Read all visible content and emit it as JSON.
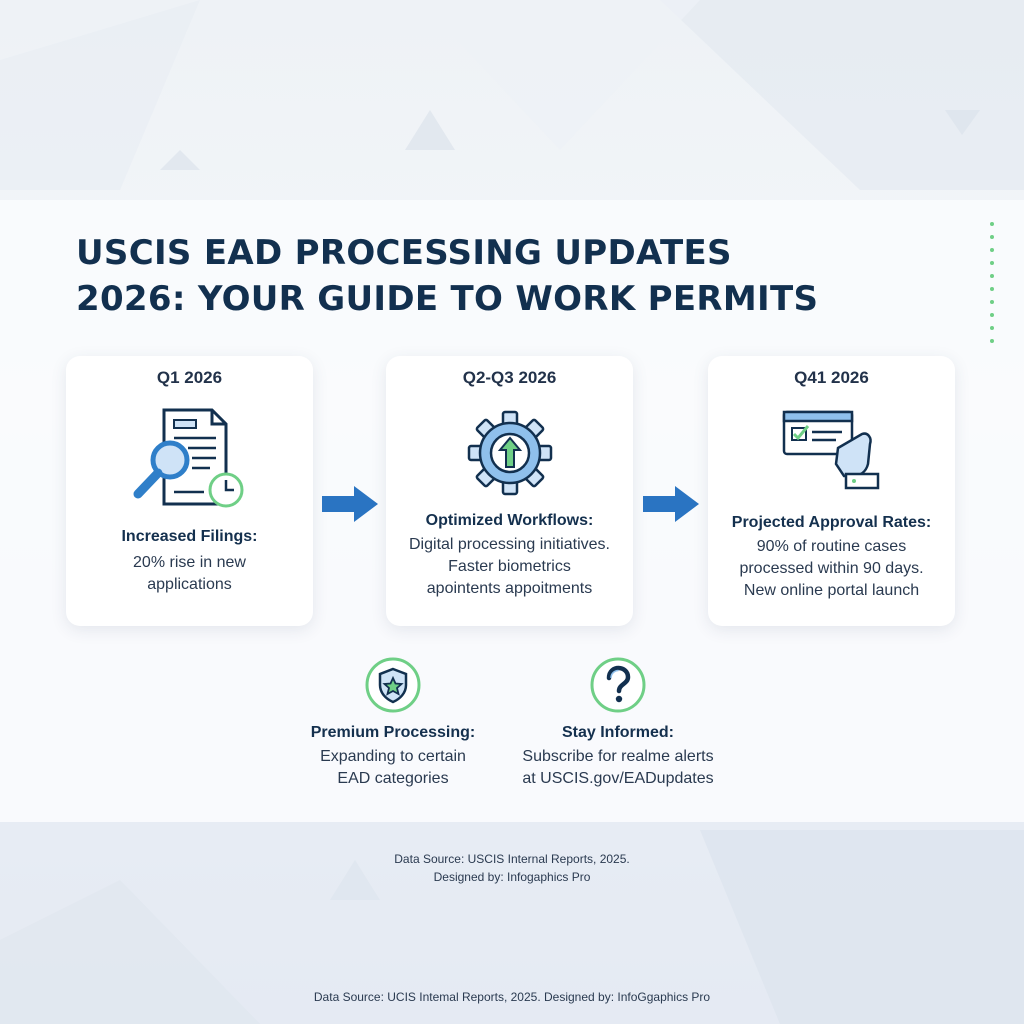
{
  "title_line1": "USCIS EAD PROCESSING UPDATES",
  "title_line2": "2026: YOUR GUIDE TO WORK PERMITS",
  "colors": {
    "navy": "#12304f",
    "blue": "#2f7fc9",
    "light_blue": "#cfe3f7",
    "green": "#6fcf86",
    "arrow": "#2a74c2"
  },
  "cards": [
    {
      "period": "Q1 2026",
      "icon": "document-search-clock-icon",
      "heading": "Increased Filings:",
      "lines": [
        "20% rise in new",
        "applications"
      ]
    },
    {
      "period": "Q2-Q3 2026",
      "icon": "gear-upload-icon",
      "heading": "Optimized Workflows:",
      "lines": [
        "Digital processing initiatives.",
        "Faster biometrics",
        "apointents appoitments"
      ]
    },
    {
      "period": "Q41 2026",
      "icon": "online-portal-card-hand-icon",
      "heading": "Projected Approval Rates:",
      "lines": [
        "90% of routine cases",
        "processed within 90 days.",
        "New online portal launch"
      ]
    }
  ],
  "features": [
    {
      "icon": "shield-star-icon",
      "heading": "Premium Processing:",
      "lines": [
        "Expanding to certain",
        "EAD categories"
      ]
    },
    {
      "icon": "question-mark-icon",
      "heading": "Stay Informed:",
      "lines": [
        "Subscribe for realme alerts",
        "at USCIS.gov/EADupdates"
      ]
    }
  ],
  "source_block": {
    "line1": "Data Source: USCIS Internal Reports, 2025.",
    "line2": "Designed by: Infogaphics Pro"
  },
  "footer": "Data Source: UCIS Intemal Reports, 2025. Designed by: InfoGgaphics Pro"
}
